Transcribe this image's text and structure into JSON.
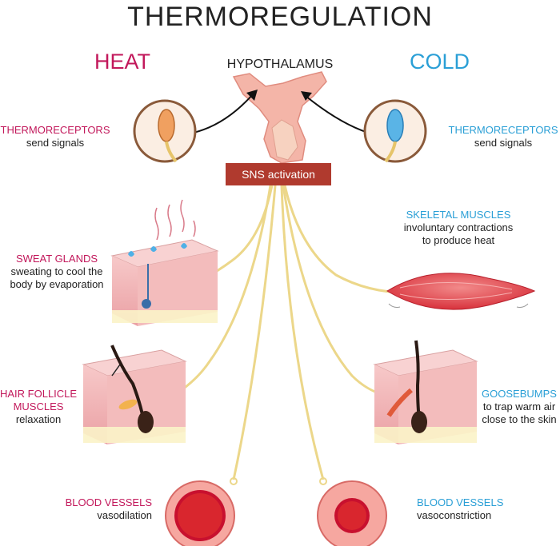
{
  "title": "THERMOREGULATION",
  "heat": "HEAT",
  "cold": "COLD",
  "hypothalamus": "HYPOTHALAMUS",
  "sns": "SNS activation",
  "left": {
    "thermo": {
      "title": "THERMORECEPTORS",
      "desc": "send signals"
    },
    "sweat": {
      "title": "SWEAT GLANDS",
      "desc1": "sweating to cool the",
      "desc2": "body by evaporation"
    },
    "hair": {
      "title1": "HAIR FOLLICLE",
      "title2": "MUSCLES",
      "desc": "relaxation"
    },
    "blood": {
      "title": "BLOOD VESSELS",
      "desc": "vasodilation"
    }
  },
  "right": {
    "thermo": {
      "title": "THERMORECEPTORS",
      "desc": "send signals"
    },
    "muscle": {
      "title": "SKELETAL MUSCLES",
      "desc1": "involuntary contractions",
      "desc2": "to produce heat"
    },
    "goose": {
      "title": "GOOSEBUMPS",
      "desc1": "to trap warm air",
      "desc2": "close to the skin"
    },
    "blood": {
      "title": "BLOOD VESSELS",
      "desc": "vasoconstriction"
    }
  },
  "colors": {
    "heat": "#c2185b",
    "cold": "#2a9fd6",
    "nerve": "#f2e09a",
    "sns": "#b03a2e"
  }
}
